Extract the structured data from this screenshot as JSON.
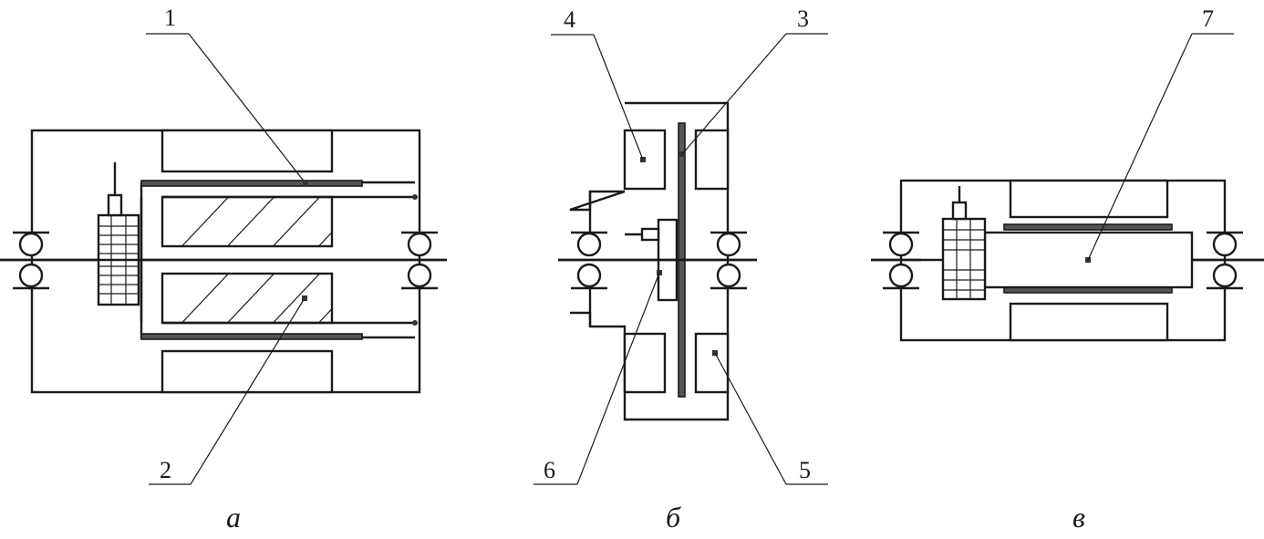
{
  "labels": {
    "l1": "1",
    "l2": "2",
    "l3": "3",
    "l4": "4",
    "l5": "5",
    "l6": "6",
    "l7": "7"
  },
  "captions": {
    "a": "а",
    "b": "б",
    "c": "в"
  }
}
